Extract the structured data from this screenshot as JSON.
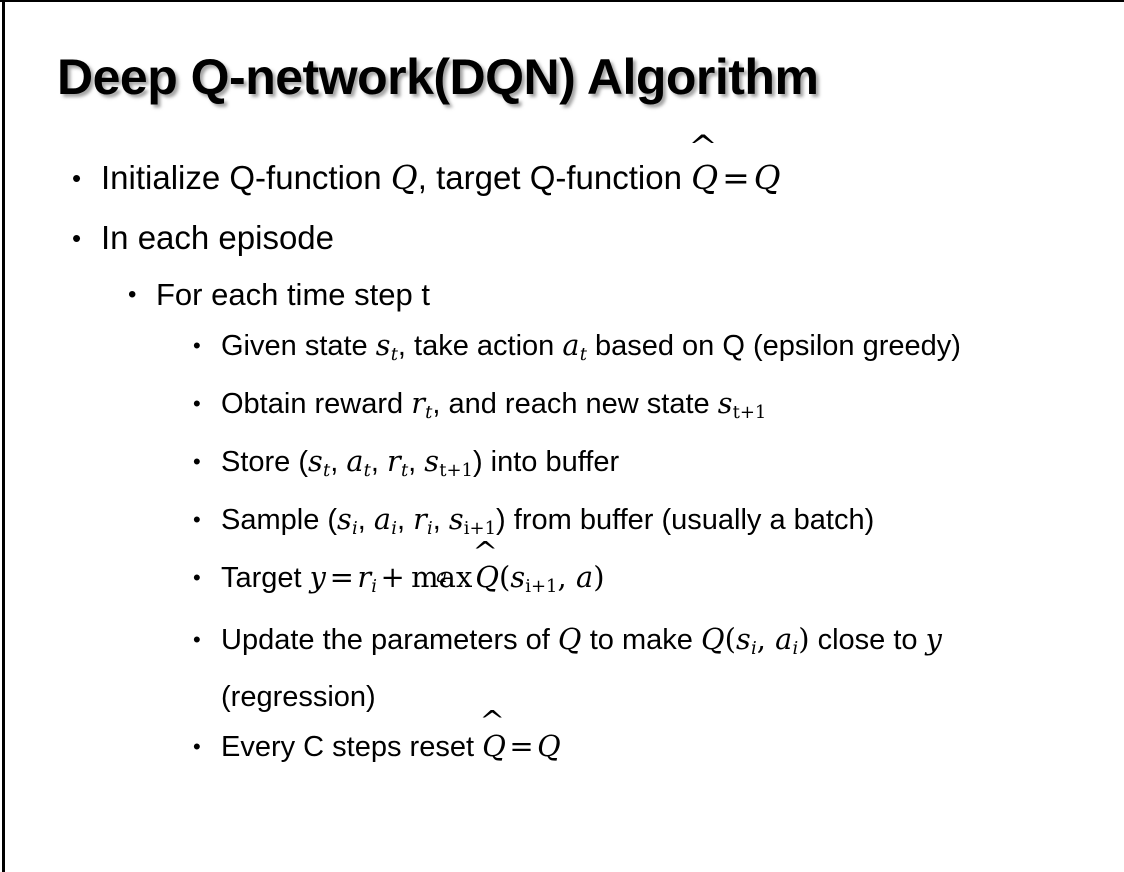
{
  "slide": {
    "title": "Deep Q-network(DQN) Algorithm",
    "background_color": "#ffffff",
    "text_color": "#000000",
    "bullet_marker": "•"
  },
  "bullets": {
    "b1": {
      "level": 1,
      "pre": "Initialize Q-function ",
      "var_q1": "Q",
      "mid": ", target Q-function ",
      "hat_q": "Q",
      "hat_accent": "^",
      "equals": "=",
      "var_q2": "Q"
    },
    "b2": {
      "level": 1,
      "text": "In each episode"
    },
    "b3": {
      "level": 2,
      "text": "For each time step t"
    },
    "b4": {
      "level": 3,
      "pre": "Given state ",
      "var_s": "s",
      "sub_s": "t",
      "mid": ", take action ",
      "var_a": "a",
      "sub_a": "t",
      "post": " based on Q (epsilon greedy)"
    },
    "b5": {
      "level": 3,
      "pre": "Obtain reward ",
      "var_r": "r",
      "sub_r": "t",
      "mid": ", and reach new state ",
      "var_s": "s",
      "sub_s": "t+1"
    },
    "b6": {
      "level": 3,
      "pre": "Store (",
      "var_s1": "s",
      "sub_s1": "t",
      "sep1": ", ",
      "var_a": "a",
      "sub_a": "t",
      "sep2": ", ",
      "var_r": "r",
      "sub_r": "t",
      "sep3": ", ",
      "var_s2": "s",
      "sub_s2": "t+1",
      "post": ") into buffer"
    },
    "b7": {
      "level": 3,
      "pre": "Sample (",
      "var_s1": "s",
      "sub_s1": "i",
      "sep1": ", ",
      "var_a": "a",
      "sub_a": "i",
      "sep2": ", ",
      "var_r": "r",
      "sub_r": "i",
      "sep3": ", ",
      "var_s2": "s",
      "sub_s2": "i+1",
      "post": ") from buffer (usually a batch)"
    },
    "b8": {
      "level": 3,
      "pre": "Target ",
      "var_y": "y",
      "equals": "=",
      "var_r": "r",
      "sub_r": "i",
      "plus": "+",
      "max_op": "max",
      "max_limit": "a",
      "hat_q": "Q",
      "hat_accent": "^",
      "open_paren": "(",
      "var_s": "s",
      "sub_s": "i+1",
      "comma": ", ",
      "var_a": "a",
      "close_paren": ")"
    },
    "b9": {
      "level": 3,
      "pre": "Update the parameters of ",
      "var_q1": "Q",
      "mid": " to make ",
      "var_q2": "Q",
      "open_paren": "(",
      "var_s": "s",
      "sub_s": "i",
      "comma": ", ",
      "var_a": "a",
      "sub_a": "i",
      "close_paren": ")",
      "post": " close to ",
      "var_y": "y",
      "tail": " (regression)"
    },
    "b10": {
      "level": 3,
      "pre": "Every C steps reset ",
      "hat_q": "Q",
      "hat_accent": "^",
      "equals": "=",
      "var_q": "Q"
    }
  }
}
